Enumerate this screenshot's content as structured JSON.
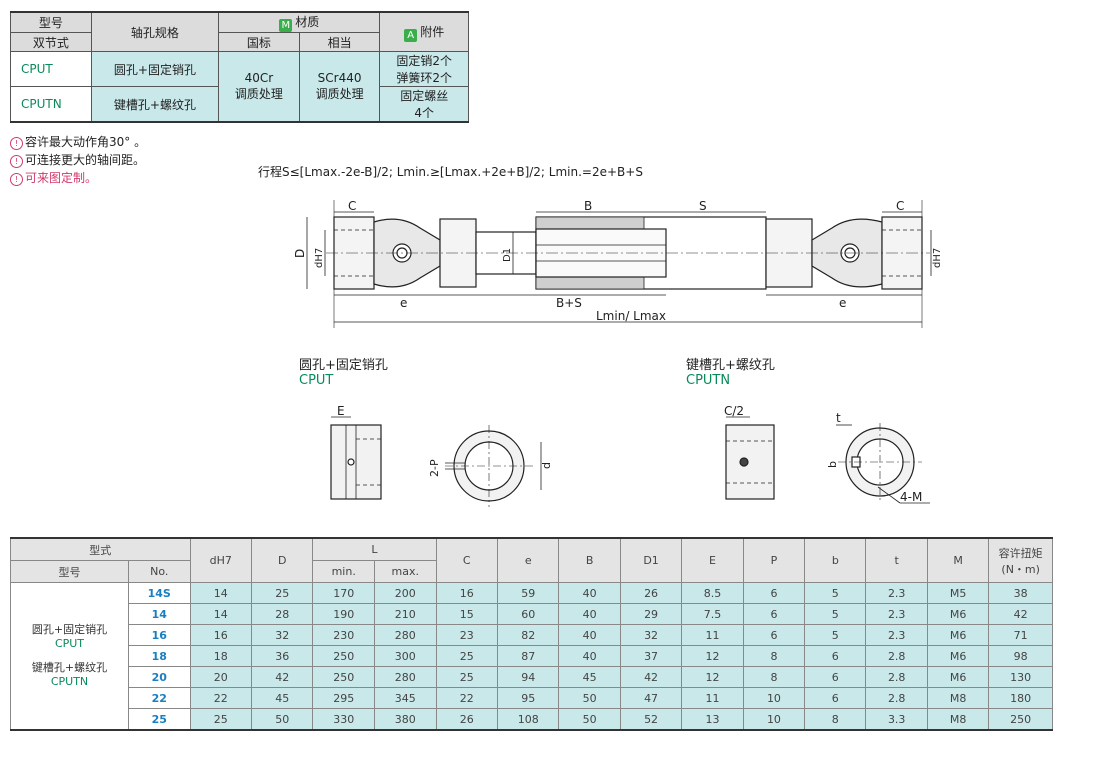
{
  "spec_table": {
    "h_model": "型号",
    "h_double": "双节式",
    "h_bore": "轴孔规格",
    "h_material_badge": "M",
    "h_material": "材质",
    "h_gb": "国标",
    "h_equiv": "相当",
    "h_acc_badge": "A",
    "h_accessory": "附件",
    "rows": [
      {
        "code": "CPUT",
        "bore": "圆孔+固定销孔",
        "acc1": "固定销2个",
        "acc2": "弹簧环2个"
      },
      {
        "code": "CPUTN",
        "bore": "键槽孔+螺纹孔",
        "acc1": "固定螺丝",
        "acc2": "4个"
      }
    ],
    "material_gb_1": "40Cr",
    "material_gb_2": "调质处理",
    "material_eq_1": "SCr440",
    "material_eq_2": "调质处理"
  },
  "notes": [
    "容许最大动作角30° 。",
    "可连接更大的轴间距。",
    "可来图定制。"
  ],
  "formula": "行程S≤[Lmax.-2e-B]/2; Lmin.≥[Lmax.+2e+B]/2; Lmin.=2e+B+S",
  "drawing_labels": {
    "C": "C",
    "B": "B",
    "S": "S",
    "D": "D",
    "dH7": "dH7",
    "D1": "D1",
    "e": "e",
    "BS": "B+S",
    "L": "Lmin/ Lmax",
    "E": "E",
    "P": "2-P",
    "d": "d",
    "C2": "C/2",
    "t": "t",
    "b": "b",
    "M": "4-M"
  },
  "captions": {
    "left_name": "圆孔+固定销孔",
    "left_code": "CPUT",
    "right_name": "键槽孔+螺纹孔",
    "right_code": "CPUTN"
  },
  "dims_table": {
    "h_type": "型式",
    "h_model": "型号",
    "h_no": "No.",
    "h_dh7": "dH7",
    "h_D": "D",
    "h_L": "L",
    "h_min": "min.",
    "h_max": "max.",
    "h_C": "C",
    "h_e": "e",
    "h_B": "B",
    "h_D1": "D1",
    "h_E": "E",
    "h_P": "P",
    "h_b": "b",
    "h_t": "t",
    "h_M": "M",
    "h_torque1": "容许扭矩",
    "h_torque2": "(N・m)",
    "type_name_1": "圆孔+固定销孔",
    "type_code_1": "CPUT",
    "type_name_2": "键槽孔+螺纹孔",
    "type_code_2": "CPUTN",
    "rows": [
      {
        "no": "14S",
        "d": "14",
        "D": "25",
        "min": "170",
        "max": "200",
        "C": "16",
        "e": "59",
        "B": "40",
        "D1": "26",
        "E": "8.5",
        "P": "6",
        "b": "5",
        "t": "2.3",
        "M": "M5",
        "T": "38"
      },
      {
        "no": "14",
        "d": "14",
        "D": "28",
        "min": "190",
        "max": "210",
        "C": "15",
        "e": "60",
        "B": "40",
        "D1": "29",
        "E": "7.5",
        "P": "6",
        "b": "5",
        "t": "2.3",
        "M": "M6",
        "T": "42"
      },
      {
        "no": "16",
        "d": "16",
        "D": "32",
        "min": "230",
        "max": "280",
        "C": "23",
        "e": "82",
        "B": "40",
        "D1": "32",
        "E": "11",
        "P": "6",
        "b": "5",
        "t": "2.3",
        "M": "M6",
        "T": "71"
      },
      {
        "no": "18",
        "d": "18",
        "D": "36",
        "min": "250",
        "max": "300",
        "C": "25",
        "e": "87",
        "B": "40",
        "D1": "37",
        "E": "12",
        "P": "8",
        "b": "6",
        "t": "2.8",
        "M": "M6",
        "T": "98"
      },
      {
        "no": "20",
        "d": "20",
        "D": "42",
        "min": "250",
        "max": "280",
        "C": "25",
        "e": "94",
        "B": "45",
        "D1": "42",
        "E": "12",
        "P": "8",
        "b": "6",
        "t": "2.8",
        "M": "M6",
        "T": "130"
      },
      {
        "no": "22",
        "d": "22",
        "D": "45",
        "min": "295",
        "max": "345",
        "C": "22",
        "e": "95",
        "B": "50",
        "D1": "47",
        "E": "11",
        "P": "10",
        "b": "6",
        "t": "2.8",
        "M": "M8",
        "T": "180"
      },
      {
        "no": "25",
        "d": "25",
        "D": "50",
        "min": "330",
        "max": "380",
        "C": "26",
        "e": "108",
        "B": "50",
        "D1": "52",
        "E": "13",
        "P": "10",
        "b": "8",
        "t": "3.3",
        "M": "M8",
        "T": "250"
      }
    ]
  },
  "colors": {
    "accent_green": "#0a8a5a",
    "cyan_fill": "#c9e8ea",
    "note_pink": "#d23a6e",
    "badge_green": "#3aae4a"
  }
}
